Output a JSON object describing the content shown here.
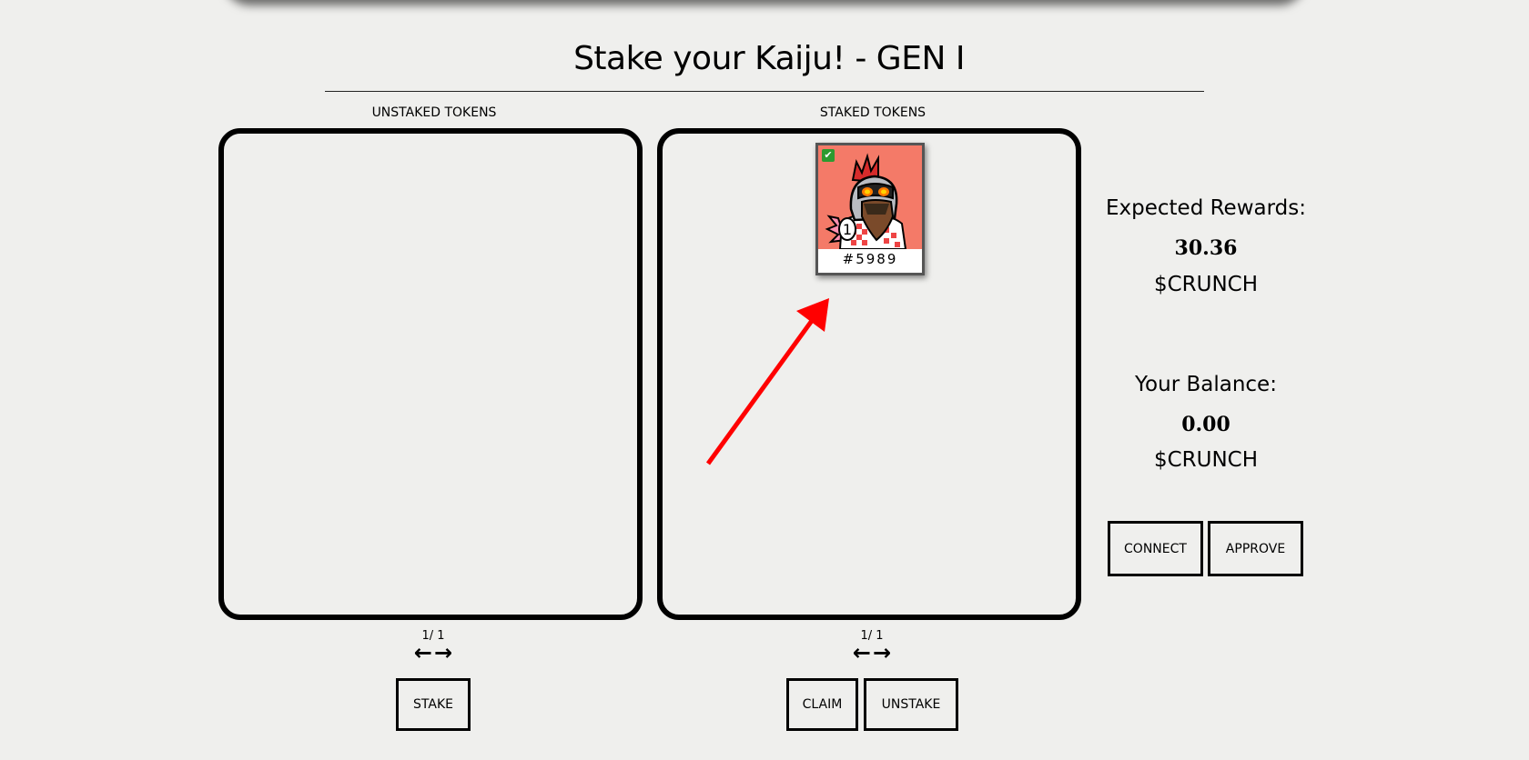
{
  "title": "Stake your Kaiju! - GEN I",
  "unstaked": {
    "label": "UNSTAKED TOKENS",
    "page": "1/ 1",
    "stake_label": "STAKE"
  },
  "staked": {
    "label": "STAKED TOKENS",
    "page": "1/ 1",
    "claim_label": "CLAIM",
    "unstake_label": "UNSTAKE",
    "tokens": [
      {
        "id": "#5989",
        "selected": true,
        "background": "#f47a68"
      }
    ]
  },
  "rewards": {
    "label": "Expected Rewards:",
    "value": "30.36",
    "unit": "$CRUNCH"
  },
  "balance": {
    "label": "Your Balance:",
    "value": "0.00",
    "unit": "$CRUNCH"
  },
  "actions": {
    "connect_label": "CONNECT",
    "approve_label": "APPROVE"
  },
  "annotation": {
    "color": "#ff0000"
  },
  "icons": {
    "left": "←",
    "right": "→",
    "check": "✔"
  }
}
